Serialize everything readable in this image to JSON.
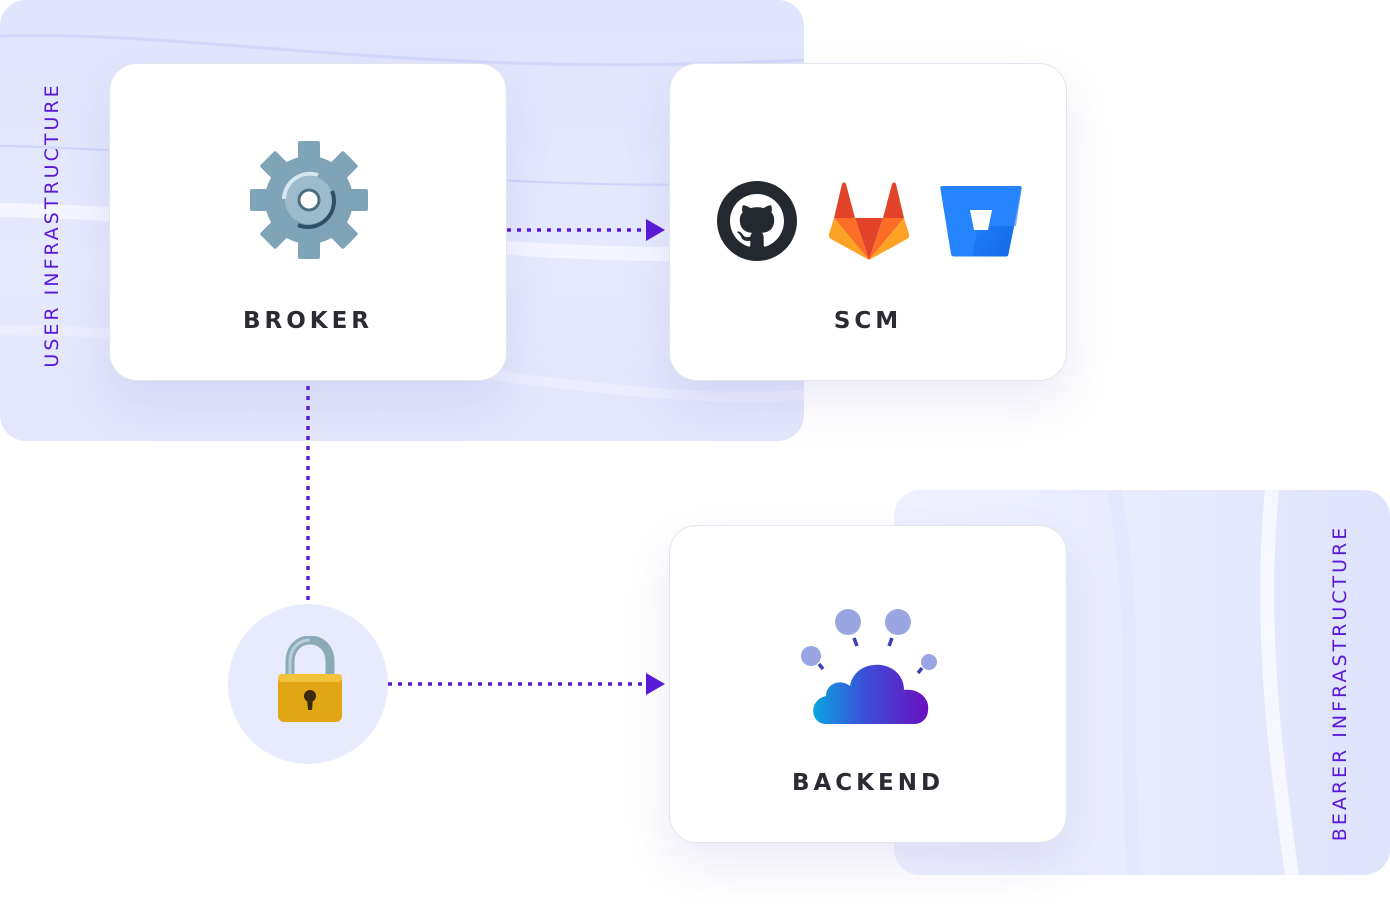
{
  "zones": {
    "user_label": "USER INFRASTRUCTURE",
    "bearer_label": "BEARER INFRASTRUCTURE"
  },
  "nodes": {
    "broker": {
      "label": "BROKER",
      "icon": "gear-icon"
    },
    "scm": {
      "label": "SCM",
      "icons": [
        "github-icon",
        "gitlab-icon",
        "bitbucket-icon"
      ]
    },
    "backend": {
      "label": "BACKEND",
      "icon": "cloud-icon"
    },
    "lock": {
      "icon": "padlock-icon"
    }
  },
  "connections": [
    {
      "from": "broker",
      "to": "scm",
      "style": "dotted-arrow"
    },
    {
      "from": "broker",
      "to": "lock",
      "style": "dotted-line"
    },
    {
      "from": "lock",
      "to": "backend",
      "style": "dotted-arrow"
    }
  ],
  "colors": {
    "accent": "#5a18d8",
    "zone_fill": "#e3e6fc",
    "card_text": "#2b2b33"
  }
}
